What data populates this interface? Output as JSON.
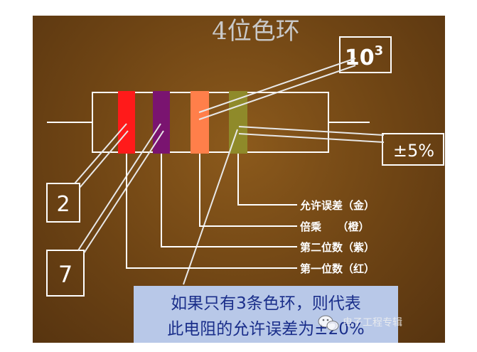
{
  "title": "4位色环",
  "multiplier_box": {
    "base": "10",
    "exponent": "3"
  },
  "tolerance_box": {
    "text": "±5%"
  },
  "digit_boxes": {
    "first": "2",
    "second": "7"
  },
  "band_labels": [
    {
      "text": "允许误差（金）"
    },
    {
      "text": "倍乘　　（橙）"
    },
    {
      "text": "第二位数（紫）"
    },
    {
      "text": "第一位数（红）"
    }
  ],
  "caption": {
    "line1": "如果只有3条色环，则代表",
    "line2": "此电阻的允许误差为±20%"
  },
  "watermark": "电子工程专辑",
  "colors": {
    "band_red": "#ff1a1a",
    "band_purple": "#7a1470",
    "band_orange": "#ff7f4a",
    "band_gold": "#8f8a2a",
    "line": "#ffffff",
    "caption_bg": "#b8c8e8",
    "caption_text": "#1a2e8a"
  }
}
